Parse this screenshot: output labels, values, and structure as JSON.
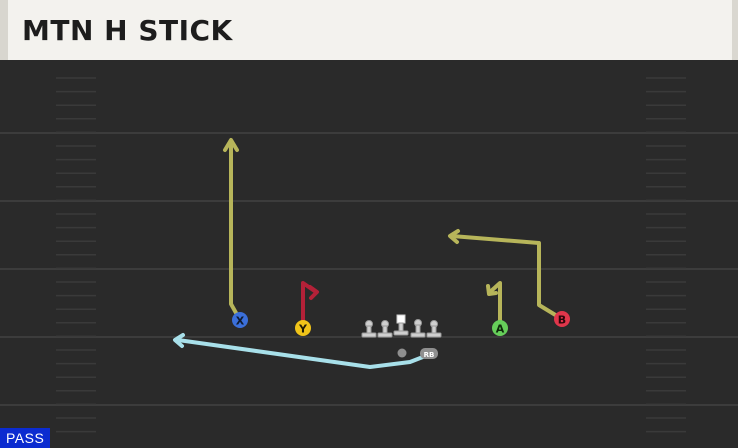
{
  "play": {
    "title": "MTN H STICK",
    "type_badge": "PASS"
  },
  "players": {
    "x": "X",
    "y": "Y",
    "a": "A",
    "b": "B",
    "rb": "RB"
  },
  "colors": {
    "route_yellow": "#b7b55a",
    "route_red": "#b32138",
    "route_cyan": "#a8e0ea",
    "x_blue": "#3b6fd9",
    "y_yellow": "#f0c419",
    "a_green": "#66cf5a",
    "b_red": "#e0364b",
    "badge_blue": "#0b2bd0"
  }
}
